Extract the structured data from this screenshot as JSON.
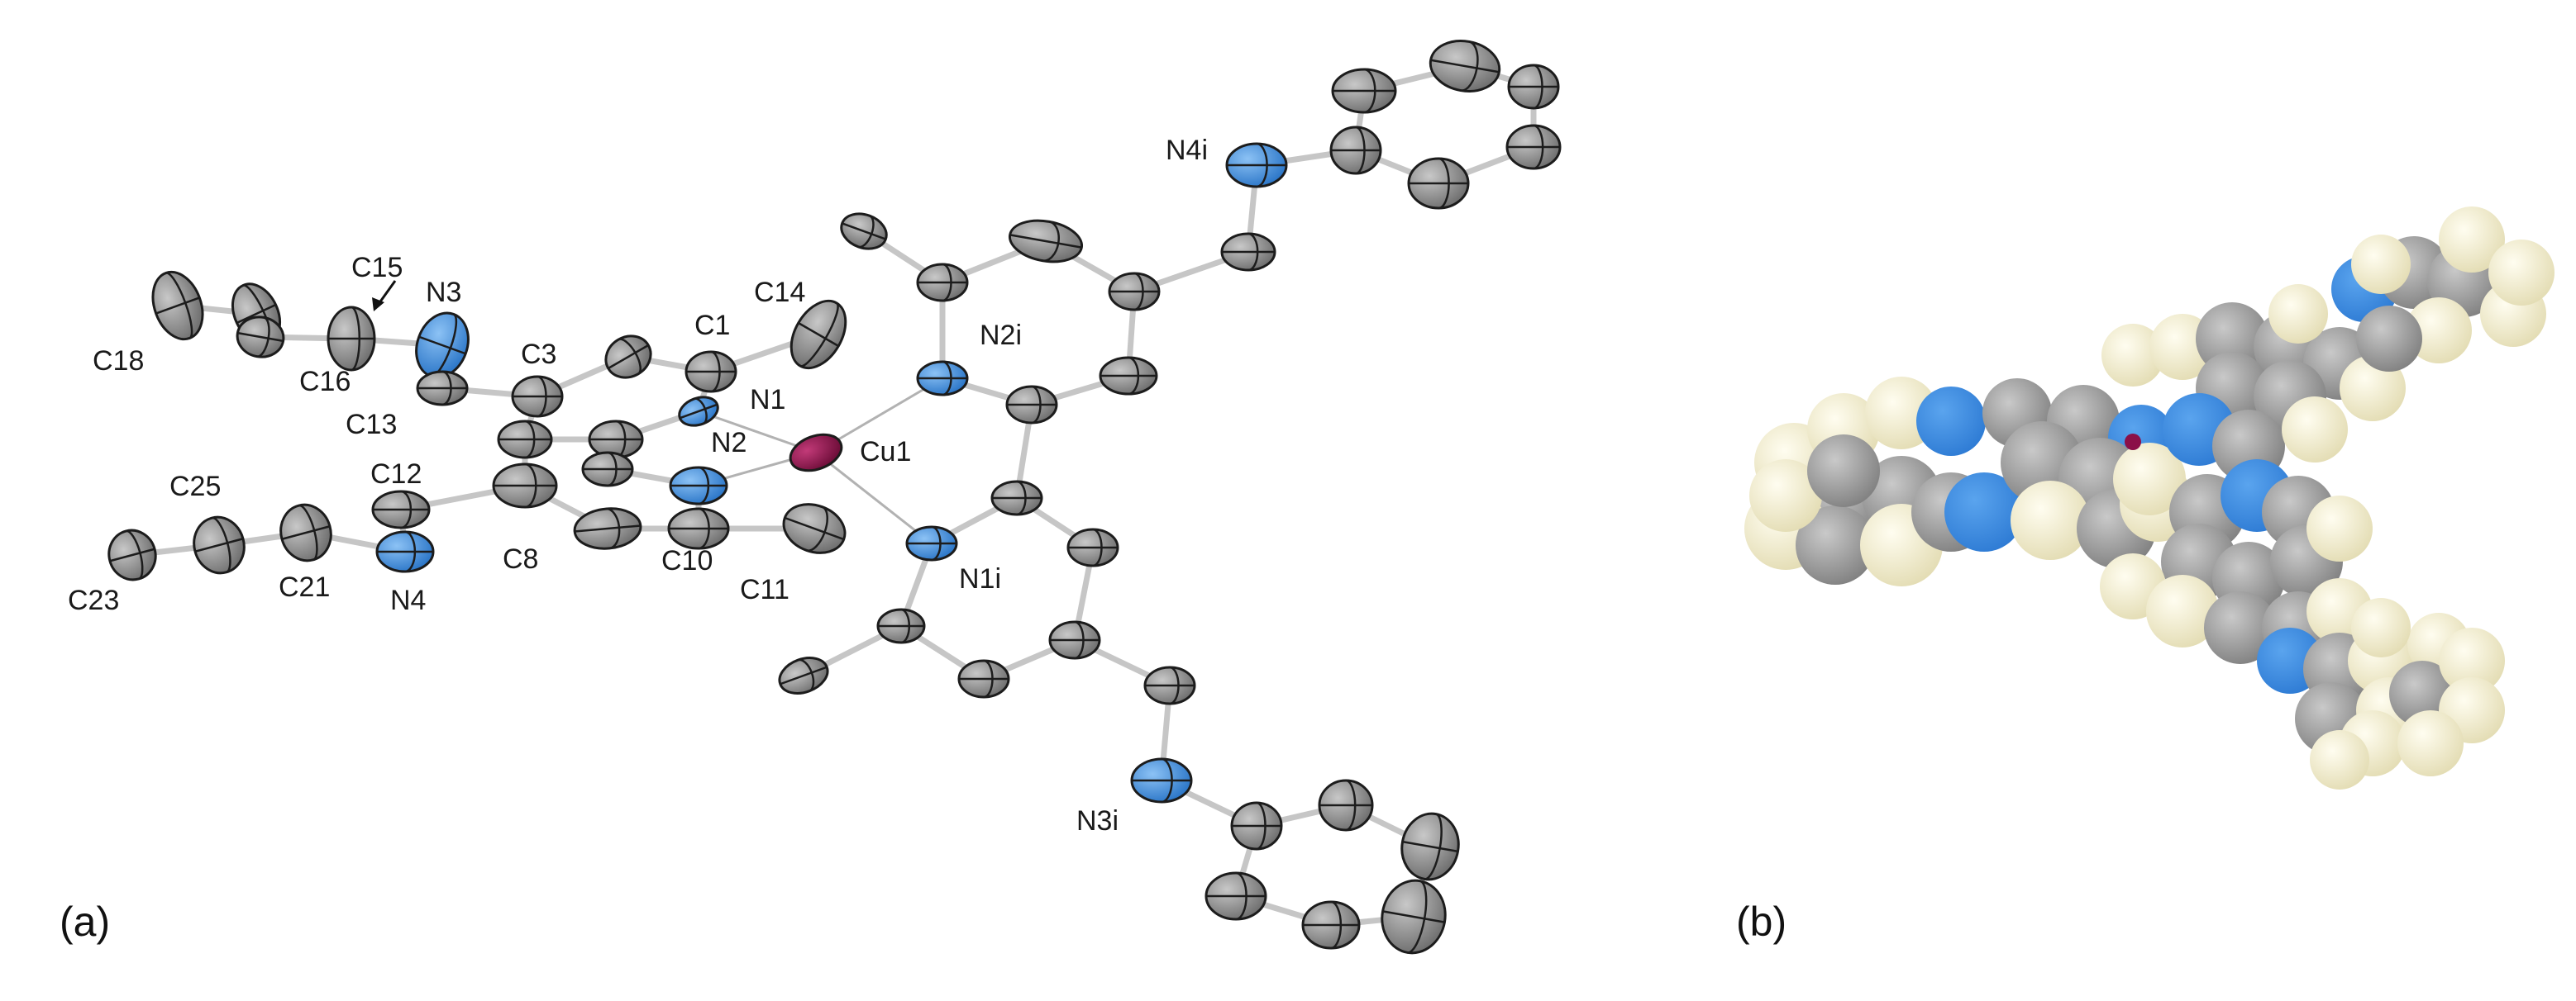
{
  "colors": {
    "carbon": "#8a8a8a",
    "nitrogen": "#3c8fe0",
    "copper": "#8b1048",
    "hydrogen": "#f3efcf",
    "bond": "#c6c6c6"
  },
  "panels": {
    "a": "(a)",
    "b": "(b)"
  },
  "atom_labels": {
    "C18": "C18",
    "C15": "C15",
    "N3": "N3",
    "C16": "C16",
    "C3": "C3",
    "C1": "C1",
    "C14": "C14",
    "N1": "N1",
    "C13": "C13",
    "N2": "N2",
    "Cu1": "Cu1",
    "N2i": "N2i",
    "C12": "C12",
    "C25": "C25",
    "C8": "C8",
    "C10": "C10",
    "C11": "C11",
    "C21": "C21",
    "N4": "N4",
    "C23": "C23",
    "N1i": "N1i",
    "N3i": "N3i",
    "N4i": "N4i"
  }
}
